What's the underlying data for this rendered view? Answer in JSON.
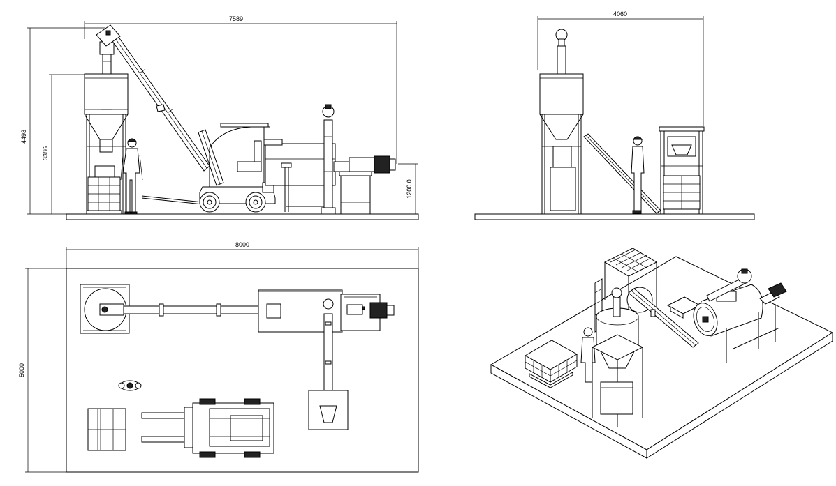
{
  "drawing": {
    "front_view": {
      "width_dim": "7589",
      "height_dim": "4493",
      "silo_height_dim": "3386",
      "platform_height_dim": "1200.0"
    },
    "side_view": {
      "width_dim": "4060"
    },
    "top_view": {
      "width_dim": "8000",
      "depth_dim": "5000"
    }
  }
}
